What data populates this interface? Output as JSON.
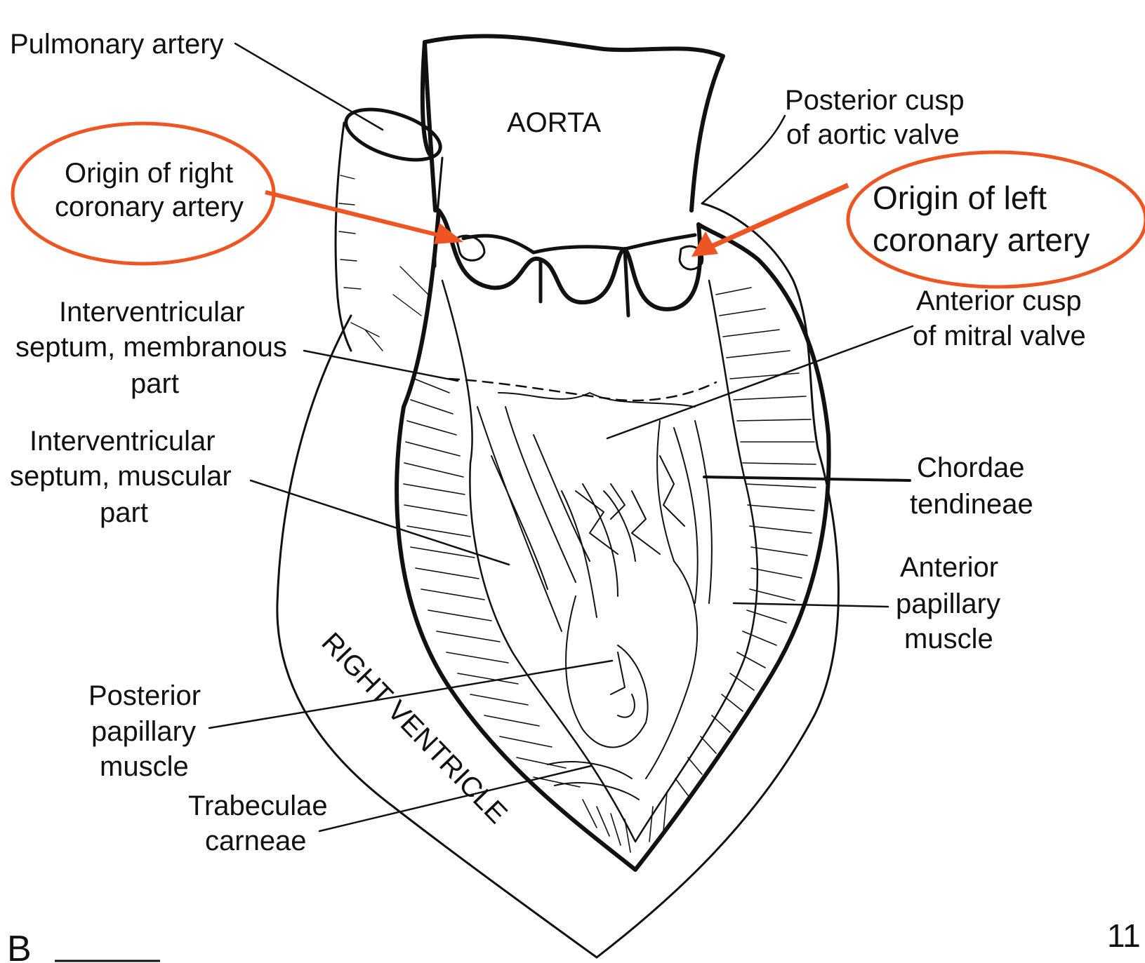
{
  "labels": {
    "pulmonary_artery": "Pulmonary artery",
    "aorta": "AORTA",
    "posterior_cusp_line1": "Posterior cusp",
    "posterior_cusp_line2": "of aortic valve",
    "origin_right_line1": "Origin of right",
    "origin_right_line2": "coronary artery",
    "origin_left_line1": "Origin of left",
    "origin_left_line2": "coronary artery",
    "iv_membranous_line1": "Interventricular",
    "iv_membranous_line2": "septum, membranous",
    "iv_membranous_line3": "part",
    "anterior_cusp_line1": "Anterior cusp",
    "anterior_cusp_line2": "of mitral valve",
    "iv_muscular_line1": "Interventricular",
    "iv_muscular_line2": "septum, muscular",
    "iv_muscular_line3": "part",
    "chordae_line1": "Chordae",
    "chordae_line2": "tendineae",
    "anterior_pap_line1": "Anterior",
    "anterior_pap_line2": "papillary",
    "anterior_pap_line3": "muscle",
    "posterior_pap_line1": "Posterior",
    "posterior_pap_line2": "papillary",
    "posterior_pap_line3": "muscle",
    "trabeculae_line1": "Trabeculae",
    "trabeculae_line2": "carneae",
    "right_ventricle": "RIGHT VENTRICLE",
    "panel_letter": "B",
    "page_number": "11"
  },
  "colors": {
    "highlight": "#ee5522",
    "ink": "#111111",
    "background": "#ffffff"
  }
}
